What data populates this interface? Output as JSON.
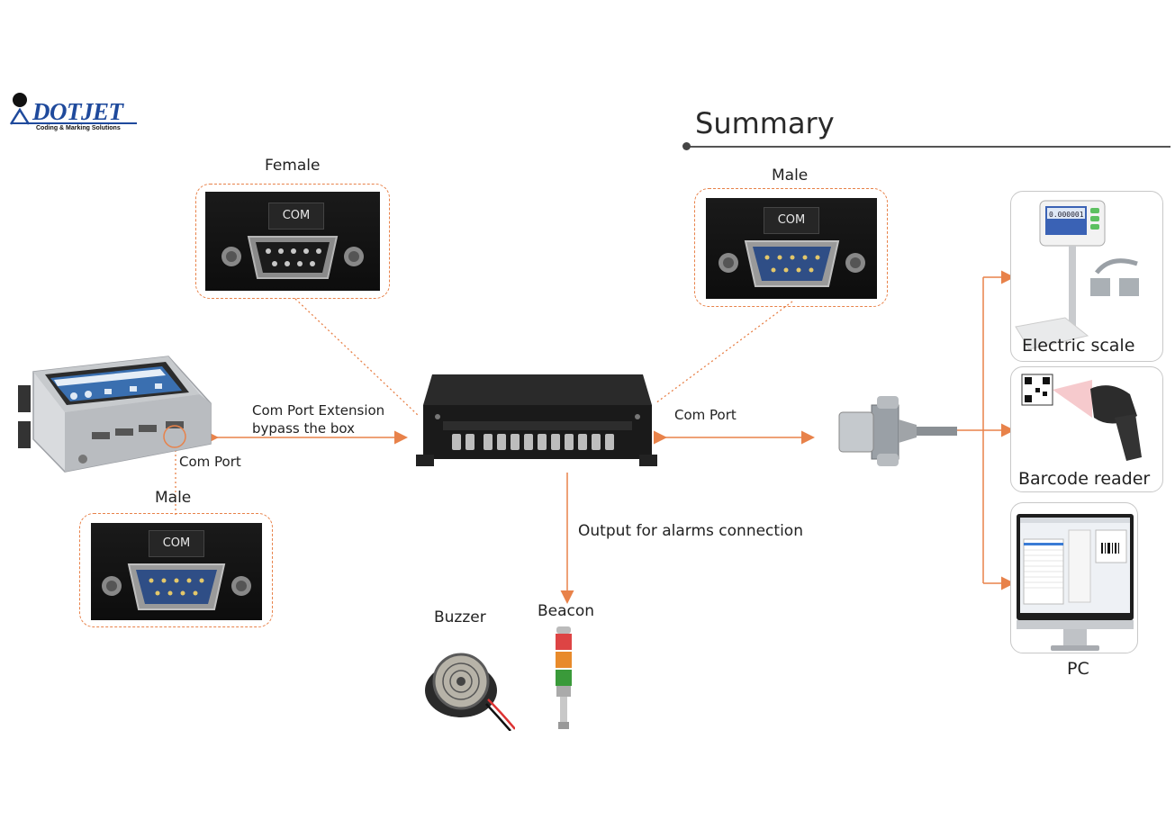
{
  "logo": {
    "name": "DOTJET",
    "tagline": "Coding & Marking Solutions"
  },
  "title": "Summary",
  "connectors": {
    "female": {
      "label": "Female",
      "tag": "COM"
    },
    "male_top": {
      "label": "Male",
      "tag": "COM"
    },
    "male_bottom": {
      "label": "Male",
      "tag": "COM"
    }
  },
  "labels": {
    "extension_line1": "Com Port Extension",
    "extension_line2": "bypass the box",
    "com_port_right": "Com Port",
    "com_port_left": "Com Port",
    "output": "Output for alarms connection",
    "buzzer": "Buzzer",
    "beacon": "Beacon"
  },
  "devices": {
    "scale": {
      "label": "Electric scale",
      "readout": "0.000001"
    },
    "barcode": "Barcode reader",
    "pc": "PC"
  },
  "colors": {
    "accent": "#e8824a",
    "brand": "#1f4a9c",
    "port_blue": "#2f4e86"
  }
}
